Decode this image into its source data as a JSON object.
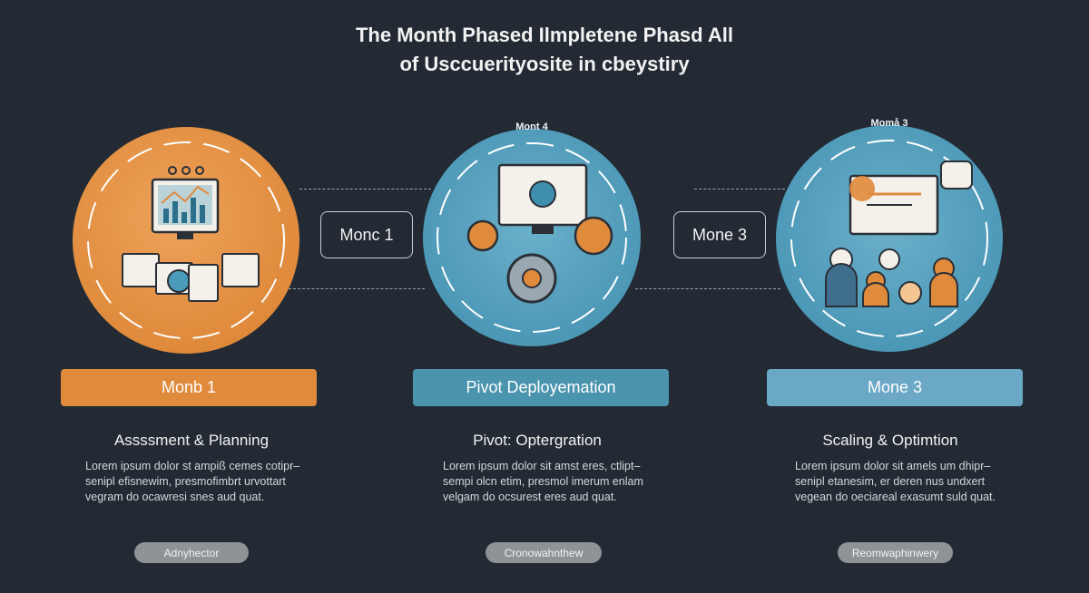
{
  "title": {
    "line1": "The Month Phased Ilmpletene Phasd All",
    "line2": "of Usccuerityosite in cbeystiry"
  },
  "colors": {
    "background": "#232a33",
    "orange": "#e08a3c",
    "blue": "#4a9bbb",
    "blue_light": "#6aa8c6"
  },
  "circles": [
    {
      "label": "",
      "icon": "analytics-dashboard-icon"
    },
    {
      "label": "Mont 4",
      "icon": "monitor-gear-icon"
    },
    {
      "label": "Momå 3",
      "icon": "team-presentation-icon"
    }
  ],
  "connectors": [
    {
      "label": "Monc 1"
    },
    {
      "label": "Mone 3"
    }
  ],
  "phases": [
    {
      "bar": "Monb 1",
      "heading": "Assssment & Planning",
      "body": [
        "Lorem ipsum dolor st ampiß cemes cotipr–",
        "senipl efisnewim, presmofimbrt urvottart",
        "vegram do ocawresi snes aud quat."
      ],
      "pill": "Adnyhector"
    },
    {
      "bar": "Pivot Deployemation",
      "heading": "Pivot: Optergration",
      "body": [
        "Lorem ipsum dolor sit amst eres, ctlipt–",
        "sempi olcn etim, presmol imerum enlam",
        "velgam do ocsurest eres aud quat."
      ],
      "pill": "Cronowahnthew"
    },
    {
      "bar": "Mone 3",
      "heading": "Scaling & Optimtion",
      "body": [
        "Lorem ipsum dolor sit amels um dhipr–",
        "senipl etanesim, er deren nus undxert",
        "vegean do oeciareal exasumt suld quat."
      ],
      "pill": "Reomwaphinwery"
    }
  ]
}
